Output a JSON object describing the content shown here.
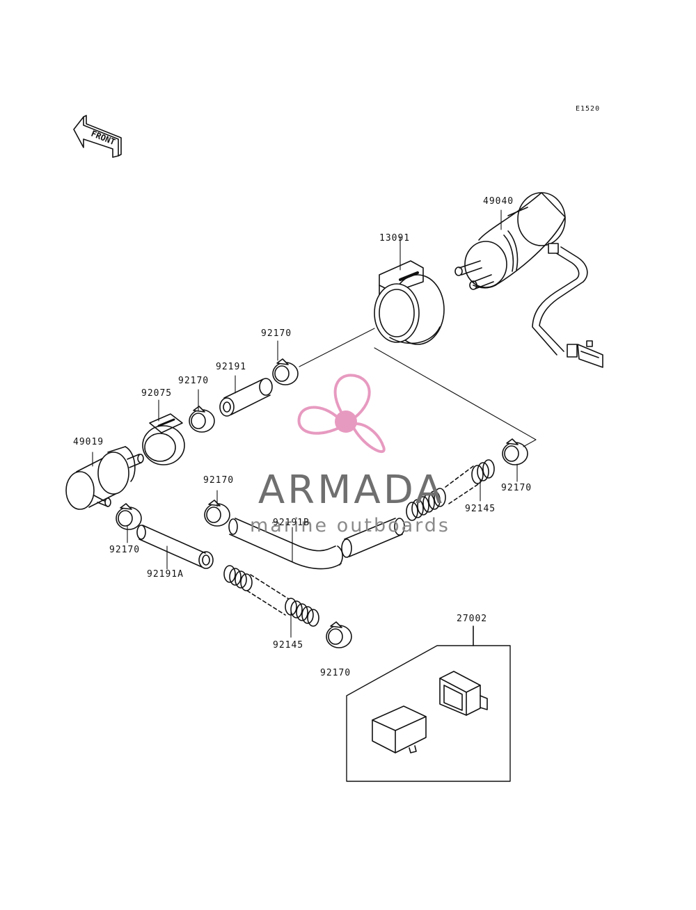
{
  "diagram_code": "E1520",
  "front_label": "FRONT",
  "watermark": {
    "title": "ARMADA",
    "subtitle": "marine outboards",
    "logo_color": "#e79ac0"
  },
  "parts": {
    "p49040": "49040",
    "p13091": "13091",
    "p92170_a": "92170",
    "p92191": "92191",
    "p92170_b": "92170",
    "p92075": "92075",
    "p49019": "49019",
    "p92170_c": "92170",
    "p92170_d": "92170",
    "p92191A": "92191A",
    "p92191B": "92191B",
    "p92145_a": "92145",
    "p92170_e": "92170",
    "p92145_b": "92145",
    "p92170_f": "92170",
    "p27002": "27002"
  }
}
